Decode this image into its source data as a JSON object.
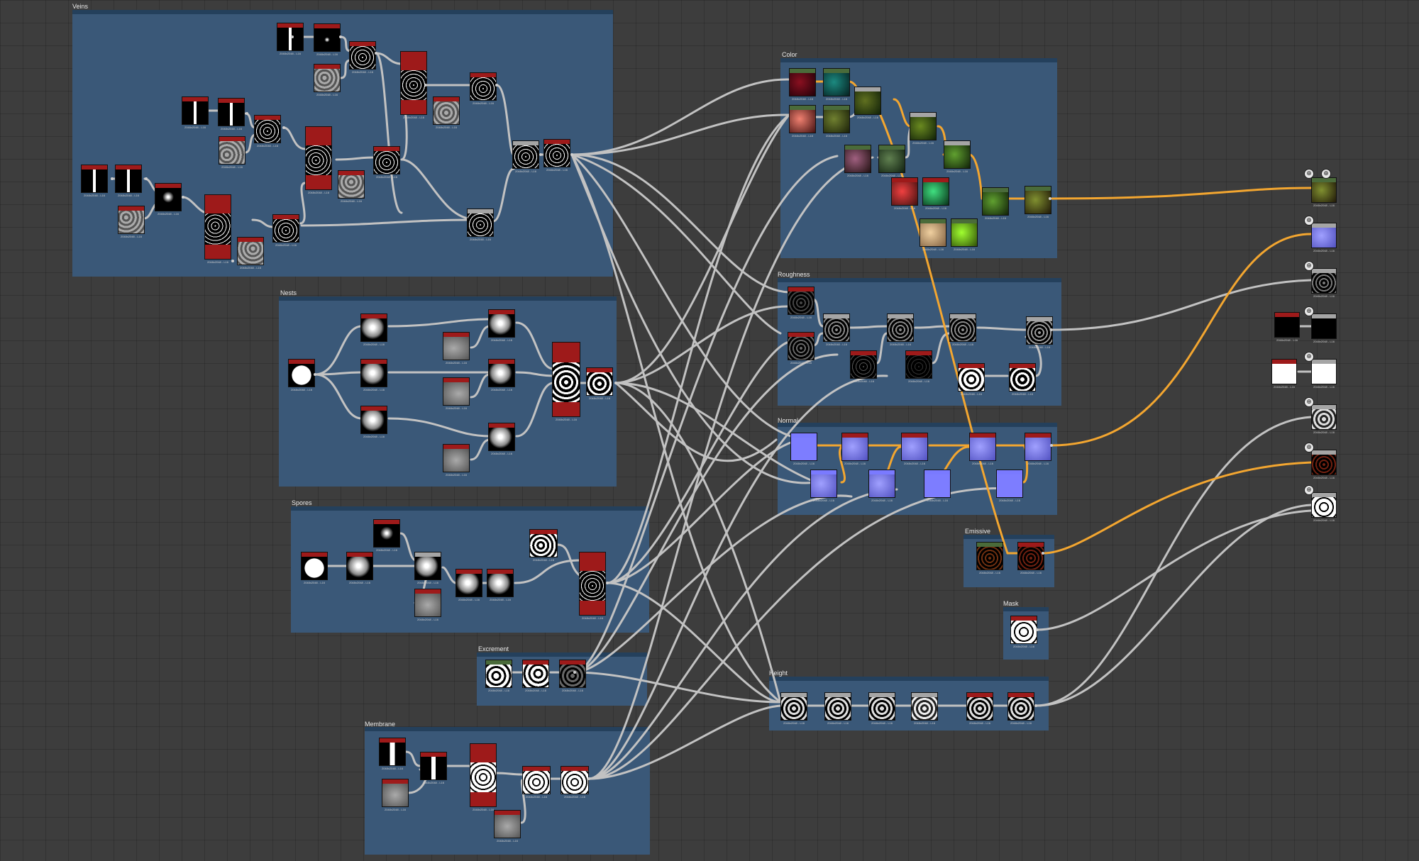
{
  "window": {
    "title": ""
  },
  "frames": [
    {
      "id": "veins",
      "title": "Veins"
    },
    {
      "id": "nests",
      "title": "Nests"
    },
    {
      "id": "spores",
      "title": "Spores"
    },
    {
      "id": "excrement",
      "title": "Excrement"
    },
    {
      "id": "membrane",
      "title": "Membrane"
    },
    {
      "id": "color",
      "title": "Color"
    },
    {
      "id": "roughness",
      "title": "Roughness"
    },
    {
      "id": "normal",
      "title": "Normal"
    },
    {
      "id": "emissive",
      "title": "Emissive"
    },
    {
      "id": "mask",
      "title": "Mask"
    },
    {
      "id": "height",
      "title": "Height"
    }
  ],
  "node_caption": "2048x2048 - L16",
  "colors": {
    "canvas": "#3d3d3d",
    "frame": "#3a5878",
    "link": "#c2c2c2",
    "link_active": "#f3a630",
    "header_red": "#9e1a1a",
    "header_gray": "#a5a5a5",
    "header_green": "#4a6b3a",
    "header_dark": "#5a1515"
  },
  "icons": {
    "output_node": "output-icon"
  }
}
